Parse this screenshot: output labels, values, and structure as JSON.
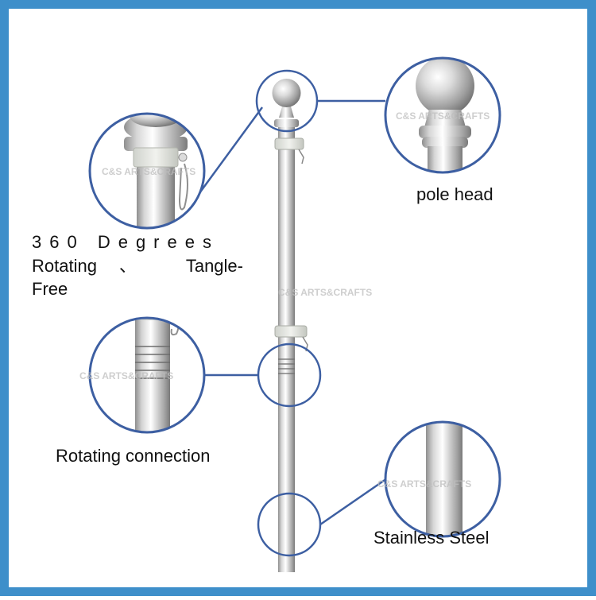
{
  "labels": {
    "rotating_line1": "360 Degrees",
    "rotating_line2": "Rotating、 Tangle-",
    "rotating_line3": "Free",
    "pole_head": "pole head",
    "rotating_connection": "Rotating connection",
    "stainless_steel": "Stainless Steel"
  },
  "watermark": "C&S ARTS&CRAFTS",
  "colors": {
    "frame": "#3e8fca",
    "circle_stroke": "#3d5fa2",
    "connector_line": "#3d5fa2",
    "metal_light": "#f4f4f4",
    "metal_dark": "#9c9c9c"
  }
}
